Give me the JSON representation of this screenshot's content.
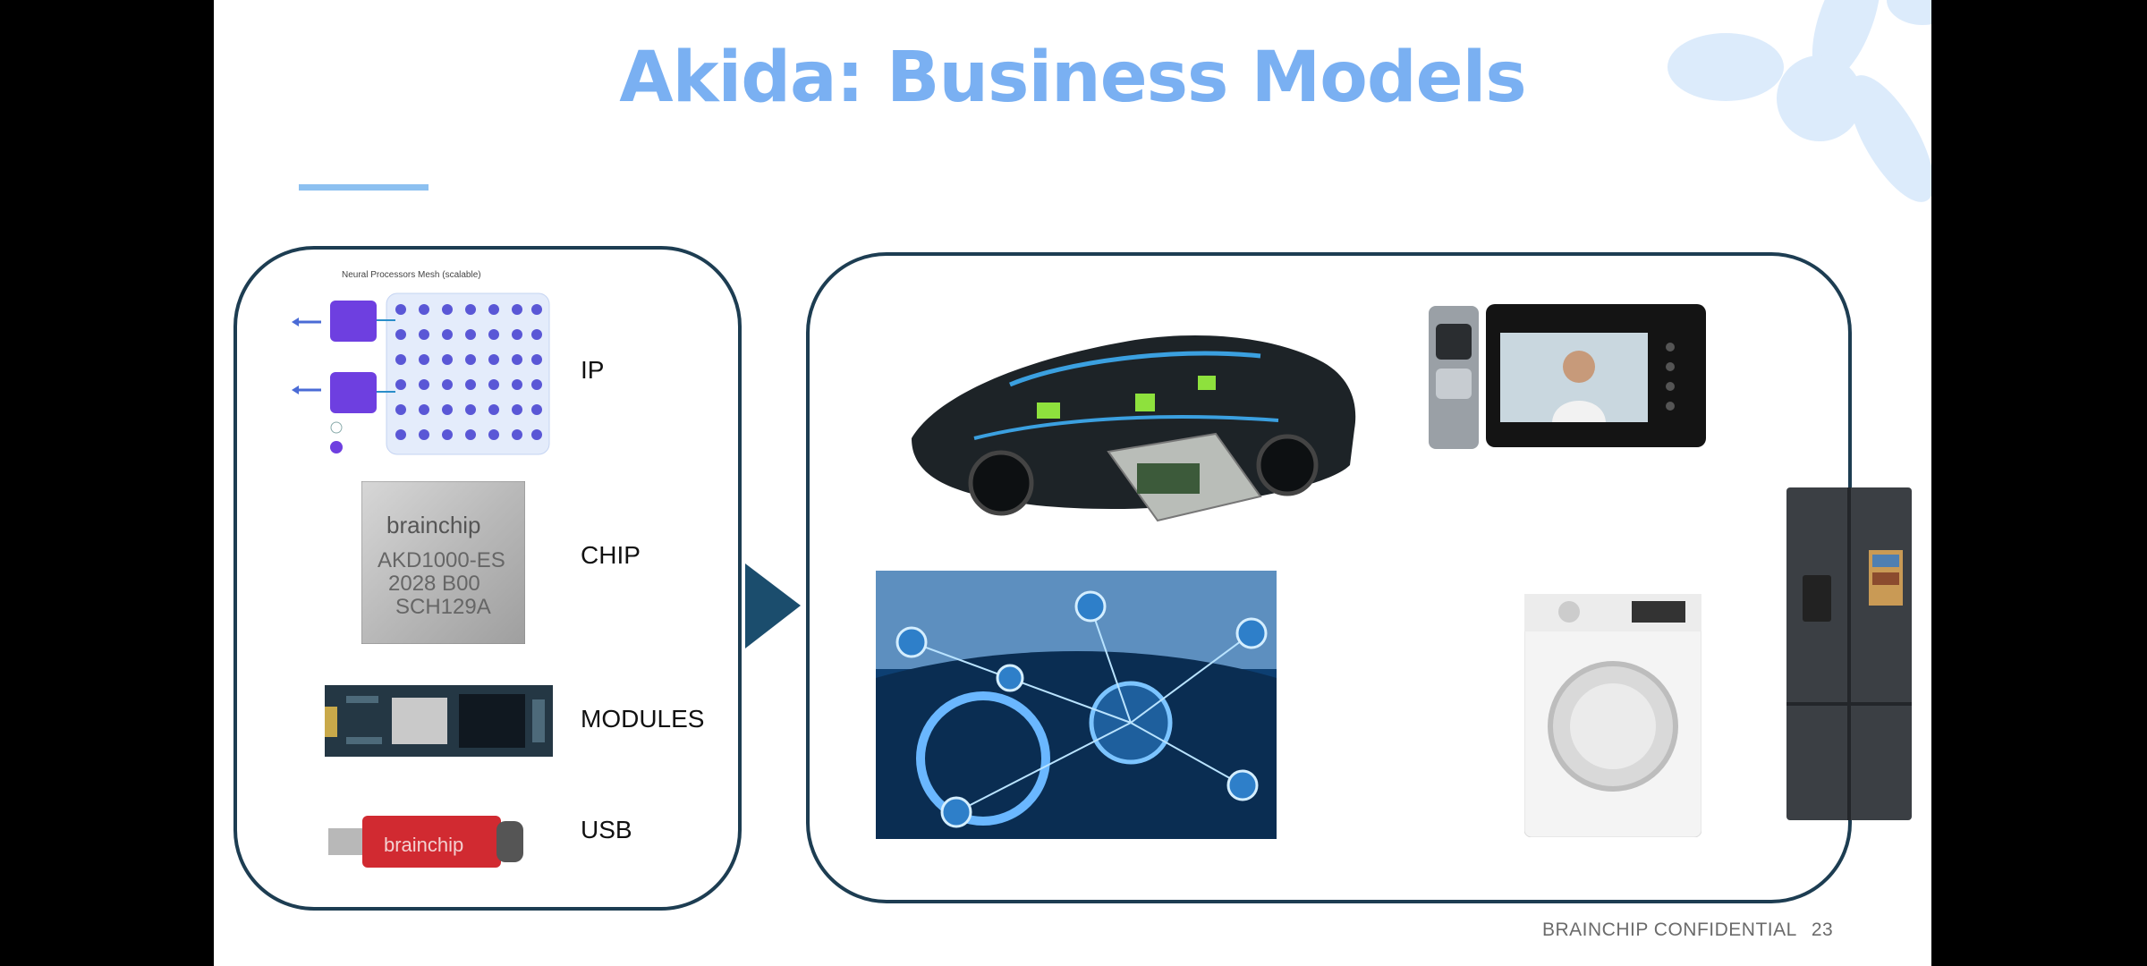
{
  "slide": {
    "title": "Akida: Business Models",
    "footer_confidential": "BRAINCHIP CONFIDENTIAL",
    "page_number": "23"
  },
  "left_panel": {
    "rows": [
      {
        "label": "IP",
        "icon": "neural-mesh-diagram"
      },
      {
        "label": "CHIP",
        "icon": "akida-chip"
      },
      {
        "label": "MODULES",
        "icon": "m2-module"
      },
      {
        "label": "USB",
        "icon": "usb-stick"
      }
    ],
    "ip_diagram_caption": "Neural Processors Mesh (scalable)",
    "chip_marking": {
      "brand": "brainchip",
      "lines": [
        "AKD1000-ES",
        "2028 B00",
        "SCH129A"
      ]
    },
    "usb_brand": "brainchip"
  },
  "right_panel": {
    "images": [
      "connected-car",
      "video-door-phone",
      "autonomous-driving",
      "washing-machine",
      "smart-refrigerator"
    ]
  },
  "colors": {
    "title": "#7ab0f2",
    "panel_border": "#1d3d52",
    "arrow": "#1b4d6d",
    "accent": "#8cc0f0"
  }
}
